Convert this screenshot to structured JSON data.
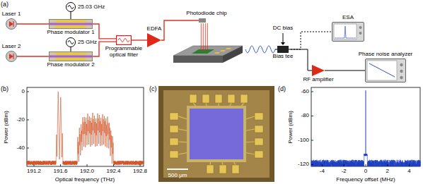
{
  "diagram": {
    "nodes": [
      {
        "text": [
          "Laser 1"
        ]
      },
      {
        "text": [
          "25.03 GHz"
        ]
      },
      {
        "text": [
          "Phase modulator 1"
        ]
      },
      {
        "text": [
          "Laser 2"
        ]
      },
      {
        "text": [
          "25 GHz"
        ]
      },
      {
        "text": [
          "Phase modulator 2"
        ]
      },
      {
        "text": [
          "Programmable optical filter"
        ]
      },
      {
        "text": [
          "EDFA"
        ]
      },
      {
        "text": [
          "Photodiode chip"
        ]
      },
      {
        "text": [
          "Bias tee"
        ]
      },
      {
        "text": [
          "ESA"
        ]
      },
      {
        "text": [
          "RF amplifier"
        ]
      },
      {
        "text": [
          "Phase noise analyzer"
        ]
      }
    ],
    "edges": [
      {
        "from": 0,
        "to": 2,
        "arrow": "none"
      },
      {
        "from": 1,
        "to": 2,
        "arrow": "none"
      },
      {
        "from": 3,
        "to": 5,
        "arrow": "none"
      },
      {
        "from": 4,
        "to": 5,
        "arrow": "none"
      },
      {
        "from": 2,
        "to": 6,
        "arrow": "none"
      },
      {
        "from": 5,
        "to": 6,
        "arrow": "none"
      },
      {
        "from": 6,
        "to": 7,
        "arrow": "none"
      },
      {
        "from": 7,
        "to": 8,
        "arrow": "none"
      },
      {
        "from": 8,
        "to": 9,
        "arrow": "none"
      },
      {
        "from": 9,
        "to": 10,
        "arrow": "none"
      },
      {
        "from": 9,
        "to": 11,
        "arrow": "none"
      },
      {
        "from": 11,
        "to": 12,
        "arrow": "none"
      }
    ],
    "labels": [
      "(a)",
      "DC bias",
      "(b)",
      "Power (dBm)",
      "0",
      "-20",
      "-40",
      "191.2",
      "191.6",
      "192.0",
      "192.4",
      "192.8",
      "Optical frequency (THz)",
      "(c)",
      "500 μm",
      "(d)",
      "Power (dBm)",
      "-60",
      "-80",
      "-100",
      "-120",
      "-4",
      "-2",
      "0",
      "2",
      "4",
      "Frequency offset (MHz)"
    ]
  }
}
